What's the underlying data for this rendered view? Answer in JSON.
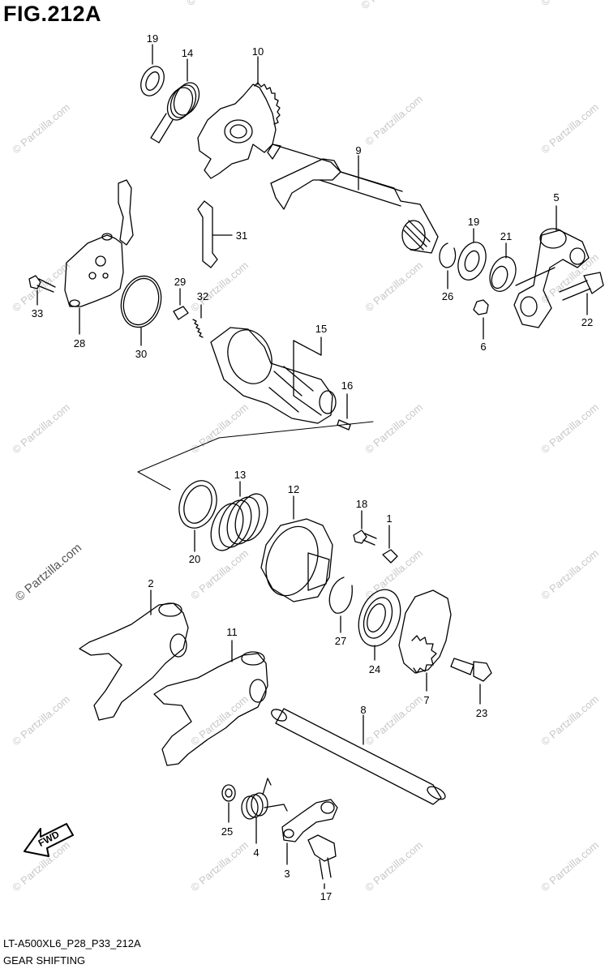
{
  "figure": {
    "title": "FIG.212A"
  },
  "footer": {
    "model_code": "LT-A500XL6_P28_P33_212A",
    "section_title": "GEAR SHIFTING"
  },
  "watermark": {
    "text": "© Partzilla.com",
    "color": "#c8c8c8",
    "prominent_color": "#555555"
  },
  "direction_arrow": {
    "label": "FWD"
  },
  "part_labels": {
    "p19a": "19",
    "p14": "14",
    "p10": "10",
    "p9": "9",
    "p31": "31",
    "p5": "5",
    "p19b": "19",
    "p21": "21",
    "p26": "26",
    "p6": "6",
    "p22": "22",
    "p33": "33",
    "p28": "28",
    "p30": "30",
    "p29": "29",
    "p32": "32",
    "p15": "15",
    "p16": "16",
    "p13": "13",
    "p12": "12",
    "p18": "18",
    "p1": "1",
    "p20": "20",
    "p2": "2",
    "p11": "11",
    "p27": "27",
    "p24": "24",
    "p7": "7",
    "p23": "23",
    "p8": "8",
    "p25": "25",
    "p4": "4",
    "p3": "3",
    "p17": "17"
  },
  "colors": {
    "line": "#000000",
    "background": "#ffffff",
    "watermark": "#c8c8c8"
  }
}
